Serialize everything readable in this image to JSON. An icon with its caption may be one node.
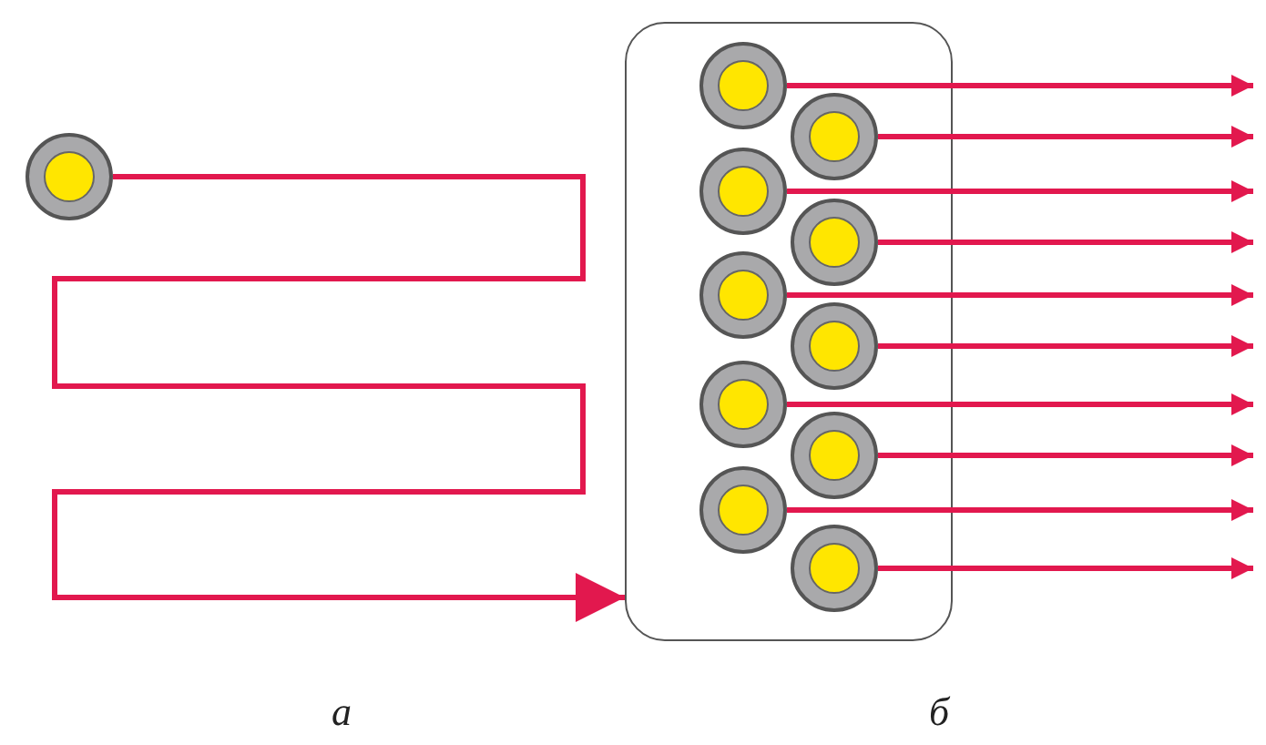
{
  "diagram": {
    "nodes": [
      {
        "text": [],
        "shape": "circle"
      },
      {
        "text": [],
        "shape": "box"
      },
      {
        "text": [],
        "shape": "circle",
        "in": 1
      },
      {
        "text": [],
        "shape": "circle",
        "in": 1
      },
      {
        "text": [],
        "shape": "circle",
        "in": 1
      },
      {
        "text": [],
        "shape": "circle",
        "in": 1
      },
      {
        "text": [],
        "shape": "circle",
        "in": 1
      },
      {
        "text": [],
        "shape": "circle",
        "in": 1
      },
      {
        "text": [],
        "shape": "circle",
        "in": 1
      },
      {
        "text": [],
        "shape": "circle",
        "in": 1
      },
      {
        "text": [],
        "shape": "circle",
        "in": 1
      },
      {
        "text": [],
        "shape": "circle",
        "in": 1
      }
    ],
    "edges": [
      {
        "from": 0,
        "to": 1,
        "arrow": "to"
      },
      {
        "from": 2,
        "to": null,
        "arrow": "to"
      },
      {
        "from": 3,
        "to": null,
        "arrow": "to"
      },
      {
        "from": 4,
        "to": null,
        "arrow": "to"
      },
      {
        "from": 5,
        "to": null,
        "arrow": "to"
      },
      {
        "from": 6,
        "to": null,
        "arrow": "to"
      },
      {
        "from": 7,
        "to": null,
        "arrow": "to"
      },
      {
        "from": 8,
        "to": null,
        "arrow": "to"
      },
      {
        "from": 9,
        "to": null,
        "arrow": "to"
      },
      {
        "from": 10,
        "to": null,
        "arrow": "to"
      },
      {
        "from": 11,
        "to": null,
        "arrow": "to"
      }
    ],
    "labels": [
      "а",
      "б"
    ]
  }
}
